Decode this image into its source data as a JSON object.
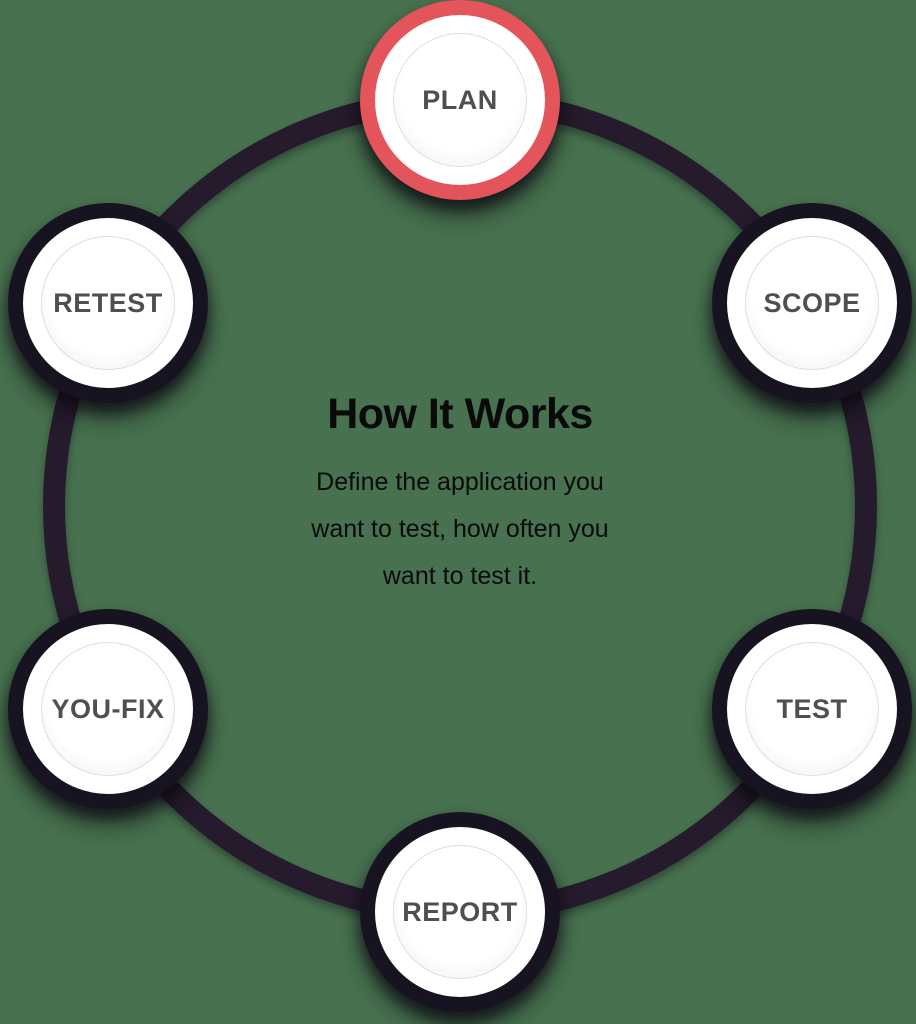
{
  "title": "How It Works",
  "description": "Define the application you want to test, how often you want to test it.",
  "description_lines": [
    "Define the application you",
    "want to test, how often you",
    "want to test it."
  ],
  "nodes": [
    {
      "label": "PLAN",
      "position": "top",
      "highlighted": true
    },
    {
      "label": "SCOPE",
      "position": "top-right",
      "highlighted": false
    },
    {
      "label": "TEST",
      "position": "bottom-right",
      "highlighted": false
    },
    {
      "label": "REPORT",
      "position": "bottom",
      "highlighted": false
    },
    {
      "label": "YOU-FIX",
      "position": "bottom-left",
      "highlighted": false
    },
    {
      "label": "RETEST",
      "position": "top-left",
      "highlighted": false
    }
  ],
  "colors": {
    "background": "#47714F",
    "ring": "#261B2C",
    "node_border_dark": "#171320",
    "node_border_highlight": "#E4555B",
    "node_fill": "#FFFFFF",
    "inner_outline": "#DEDEE1",
    "node_label": "#4F4F51",
    "text": "#0A0A0B"
  }
}
